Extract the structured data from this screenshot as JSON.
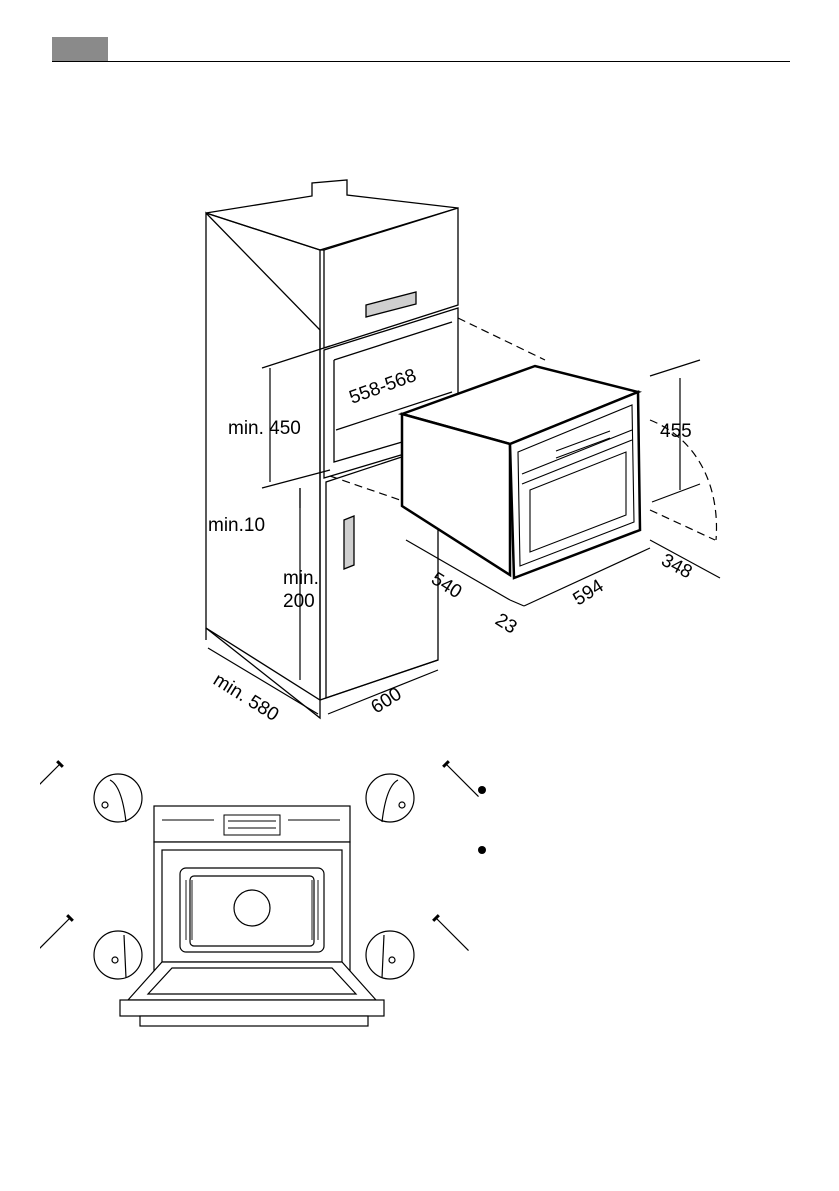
{
  "dimensions": {
    "opening_width": "558-568",
    "opening_height": "min. 450",
    "gap": "min.10",
    "base_height_line1": "min.",
    "base_height_line2": "200",
    "cabinet_depth": "min. 580",
    "cabinet_width": "600",
    "appliance_depth": "540",
    "front_depth": "23",
    "appliance_width": "594",
    "appliance_height": "455",
    "door_swing": "348"
  },
  "bullets": [
    "",
    ""
  ],
  "colors": {
    "header_tab": "#8a8a8a",
    "line": "#000000",
    "handle": "#c8c8c8"
  }
}
